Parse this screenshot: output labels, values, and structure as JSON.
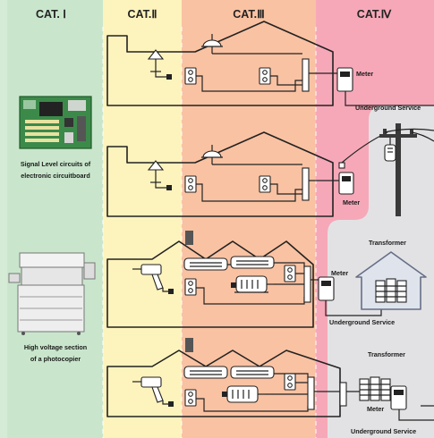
{
  "categories": [
    {
      "id": "cat1",
      "label": "CAT. Ⅰ"
    },
    {
      "id": "cat2",
      "label": "CAT.Ⅱ"
    },
    {
      "id": "cat3",
      "label": "CAT.Ⅲ"
    },
    {
      "id": "cat4",
      "label": "CAT.Ⅳ"
    }
  ],
  "colors": {
    "cat1": "#c9e6cc",
    "cat2": "#fdf3bd",
    "cat3": "#f9c2a2",
    "cat4": "#f6a8b8",
    "utility_zone": "#e2e2e4",
    "house_fill": "#f6f6f6"
  },
  "labels": {
    "meter": "Meter",
    "underground_service": "Underground Service",
    "transformer": "Transformer",
    "circuitboard_line1": "Signal Level circuits of",
    "circuitboard_line2": "electronic circuitboard",
    "photocopier_line1": "High voltage section",
    "photocopier_line2": "of a photocopier"
  },
  "icons": [
    "circuit-board-icon",
    "photocopier-icon",
    "ceiling-lamp-icon",
    "table-lamp-icon",
    "wall-outlet-icon",
    "electric-drill-icon",
    "air-conditioner-icon",
    "motor-icon",
    "meter-icon",
    "utility-pole-icon",
    "transformer-icon",
    "distribution-panel-icon"
  ]
}
